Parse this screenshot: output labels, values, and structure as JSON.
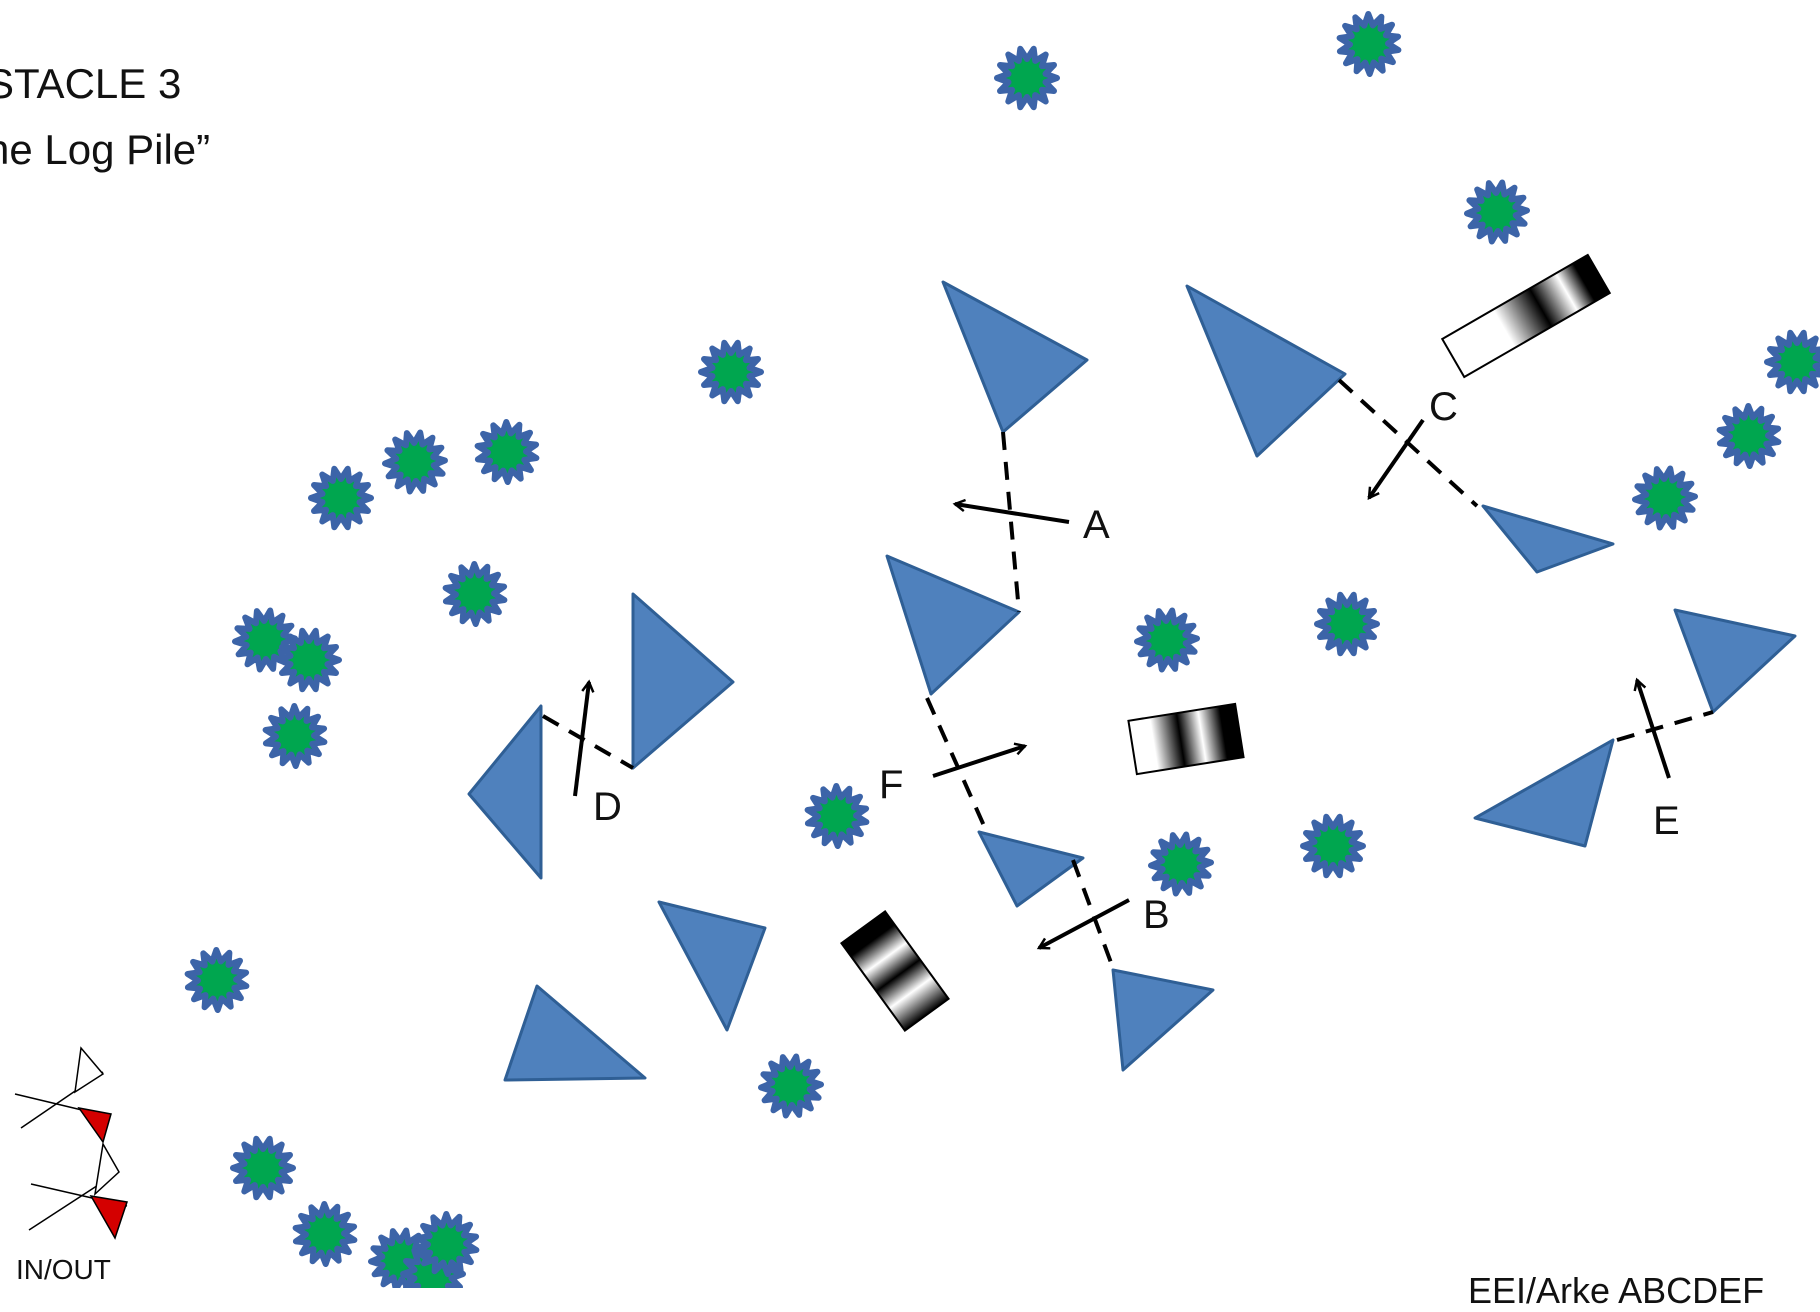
{
  "title": {
    "line1": "STACLE  3",
    "line2": "he Log Pile”"
  },
  "footer": {
    "credit": "EEI/Arke ABCDEF",
    "in_out": "IN/OUT"
  },
  "gates": [
    {
      "label": "A"
    },
    {
      "label": "B"
    },
    {
      "label": "C"
    },
    {
      "label": "D"
    },
    {
      "label": "E"
    },
    {
      "label": "F"
    }
  ],
  "colors": {
    "buoy": "#4f81bd",
    "buoy_stroke": "#2f5f95",
    "tree_fill": "#00a64f",
    "tree_stroke": "#3c64a8",
    "flag": "#d40000"
  },
  "icons": {
    "buoy": "triangle-buoy-icon",
    "tree": "tree-star-icon",
    "log": "log-gradient-icon",
    "arrow": "direction-arrow-icon",
    "inout_marker": "in-out-flag-icon"
  }
}
